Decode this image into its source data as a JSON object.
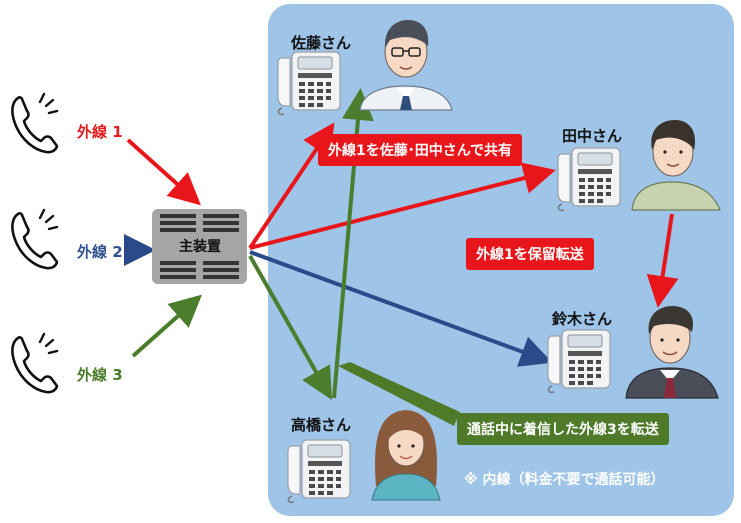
{
  "outside_lines": [
    {
      "label": "外線 1",
      "color": "#e21a1a"
    },
    {
      "label": "外線 2",
      "color": "#2f4f8f"
    },
    {
      "label": "外線 3",
      "color": "#4a7a2a"
    }
  ],
  "hub": {
    "label": "主装置"
  },
  "people": {
    "sato": "佐藤さん",
    "tanaka": "田中さん",
    "suzuki": "鈴木さん",
    "takahashi": "高橋さん"
  },
  "callouts": {
    "share": "外線1を佐藤･田中さんで共有",
    "hold_transfer": "外線1を保留転送",
    "incoming_transfer": "通話中に着信した外線3を転送"
  },
  "note": "※ 内線（料金不要で通話可能）",
  "colors": {
    "red": "#e8161b",
    "blue": "#2b4a8a",
    "green": "#4a7d2c",
    "panel": "#9ec4e8",
    "callout_green": "#4e7a2a"
  },
  "icons": [
    "handset-icon",
    "desk-phone-icon",
    "person-icon"
  ]
}
